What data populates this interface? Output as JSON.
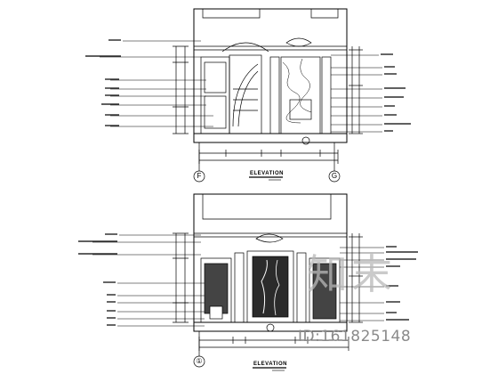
{
  "drawing": {
    "top_view": {
      "title": "ELEVATION",
      "grid_left": "F",
      "grid_right": "G"
    },
    "bottom_view": {
      "title": "ELEVATION",
      "grid_left": "①"
    }
  },
  "watermark": {
    "logo": "知末",
    "id_text": "ID:161825148"
  }
}
